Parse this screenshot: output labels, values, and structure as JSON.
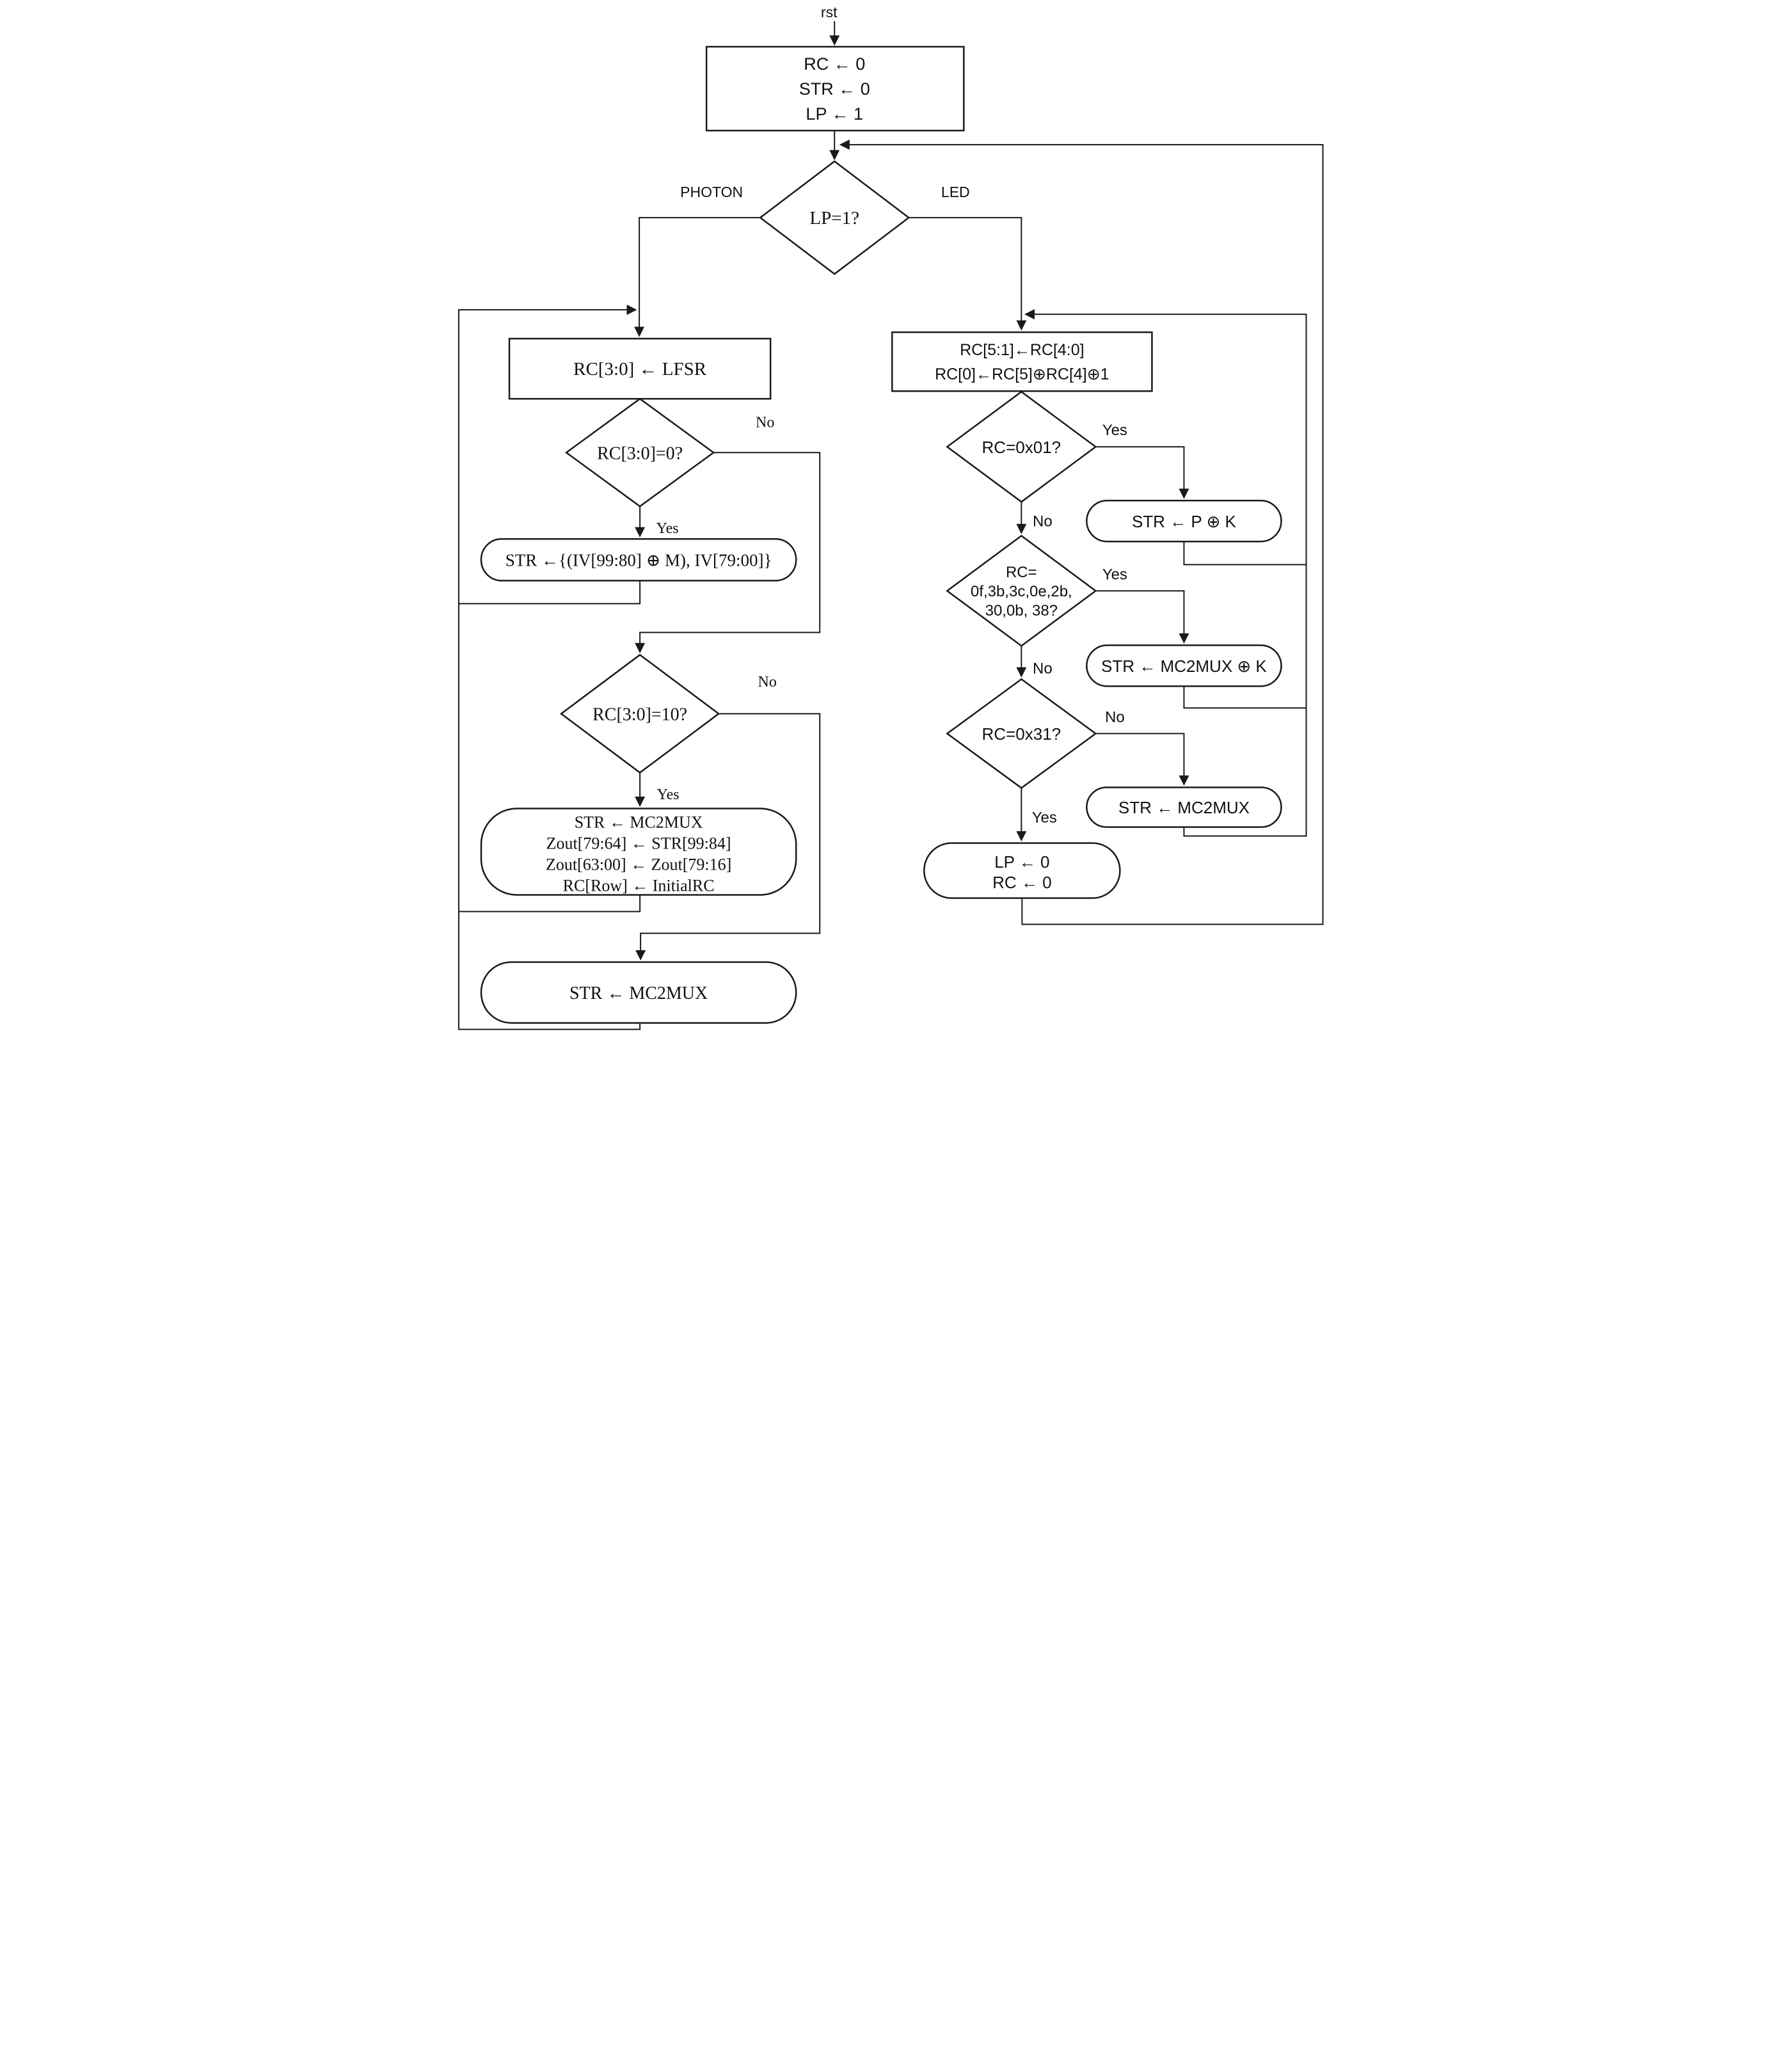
{
  "colors": {
    "line": "#1a1a1a",
    "background": "#ffffff",
    "text": "#111111"
  },
  "edge_labels": {
    "yes": "Yes",
    "no": "No"
  },
  "top": {
    "reset_signal": "rst",
    "init_lines": [
      "RC ← 0",
      "STR ← 0",
      "LP ← 1"
    ]
  },
  "mode_decision": {
    "label": "LP=1?",
    "left_branch": "PHOTON",
    "right_branch": "LED"
  },
  "photon": {
    "lfsr_box": "RC[3:0] ← LFSR",
    "rc_zero_decision": "RC[3:0]=0?",
    "iv_load": "STR ←{(IV[99:80] ⊕ M), IV[79:00]}",
    "rc_ten_decision": "RC[3:0]=10?",
    "squeeze_lines": [
      "STR ← MC2MUX",
      "Zout[79:64] ← STR[99:84]",
      "Zout[63:00] ← Zout[79:16]",
      "RC[Row] ← InitialRC"
    ],
    "round_update": "STR ← MC2MUX"
  },
  "led": {
    "rc_shift_lines": [
      "RC[5:1]←RC[4:0]",
      "RC[0]←RC[5]⊕RC[4]⊕1"
    ],
    "rc_01_decision": "RC=0x01?",
    "initial_key_add": "STR ← P ⊕ K",
    "rc_list_decision_lines": [
      "RC=",
      "0f,3b,3c,0e,2b,",
      "30,0b, 38?"
    ],
    "round_key_add": "STR ← MC2MUX ⊕ K",
    "rc_31_decision": "RC=0x31?",
    "round_update": "STR ← MC2MUX",
    "finish_lines": [
      "LP ← 0",
      "RC ← 0"
    ]
  }
}
